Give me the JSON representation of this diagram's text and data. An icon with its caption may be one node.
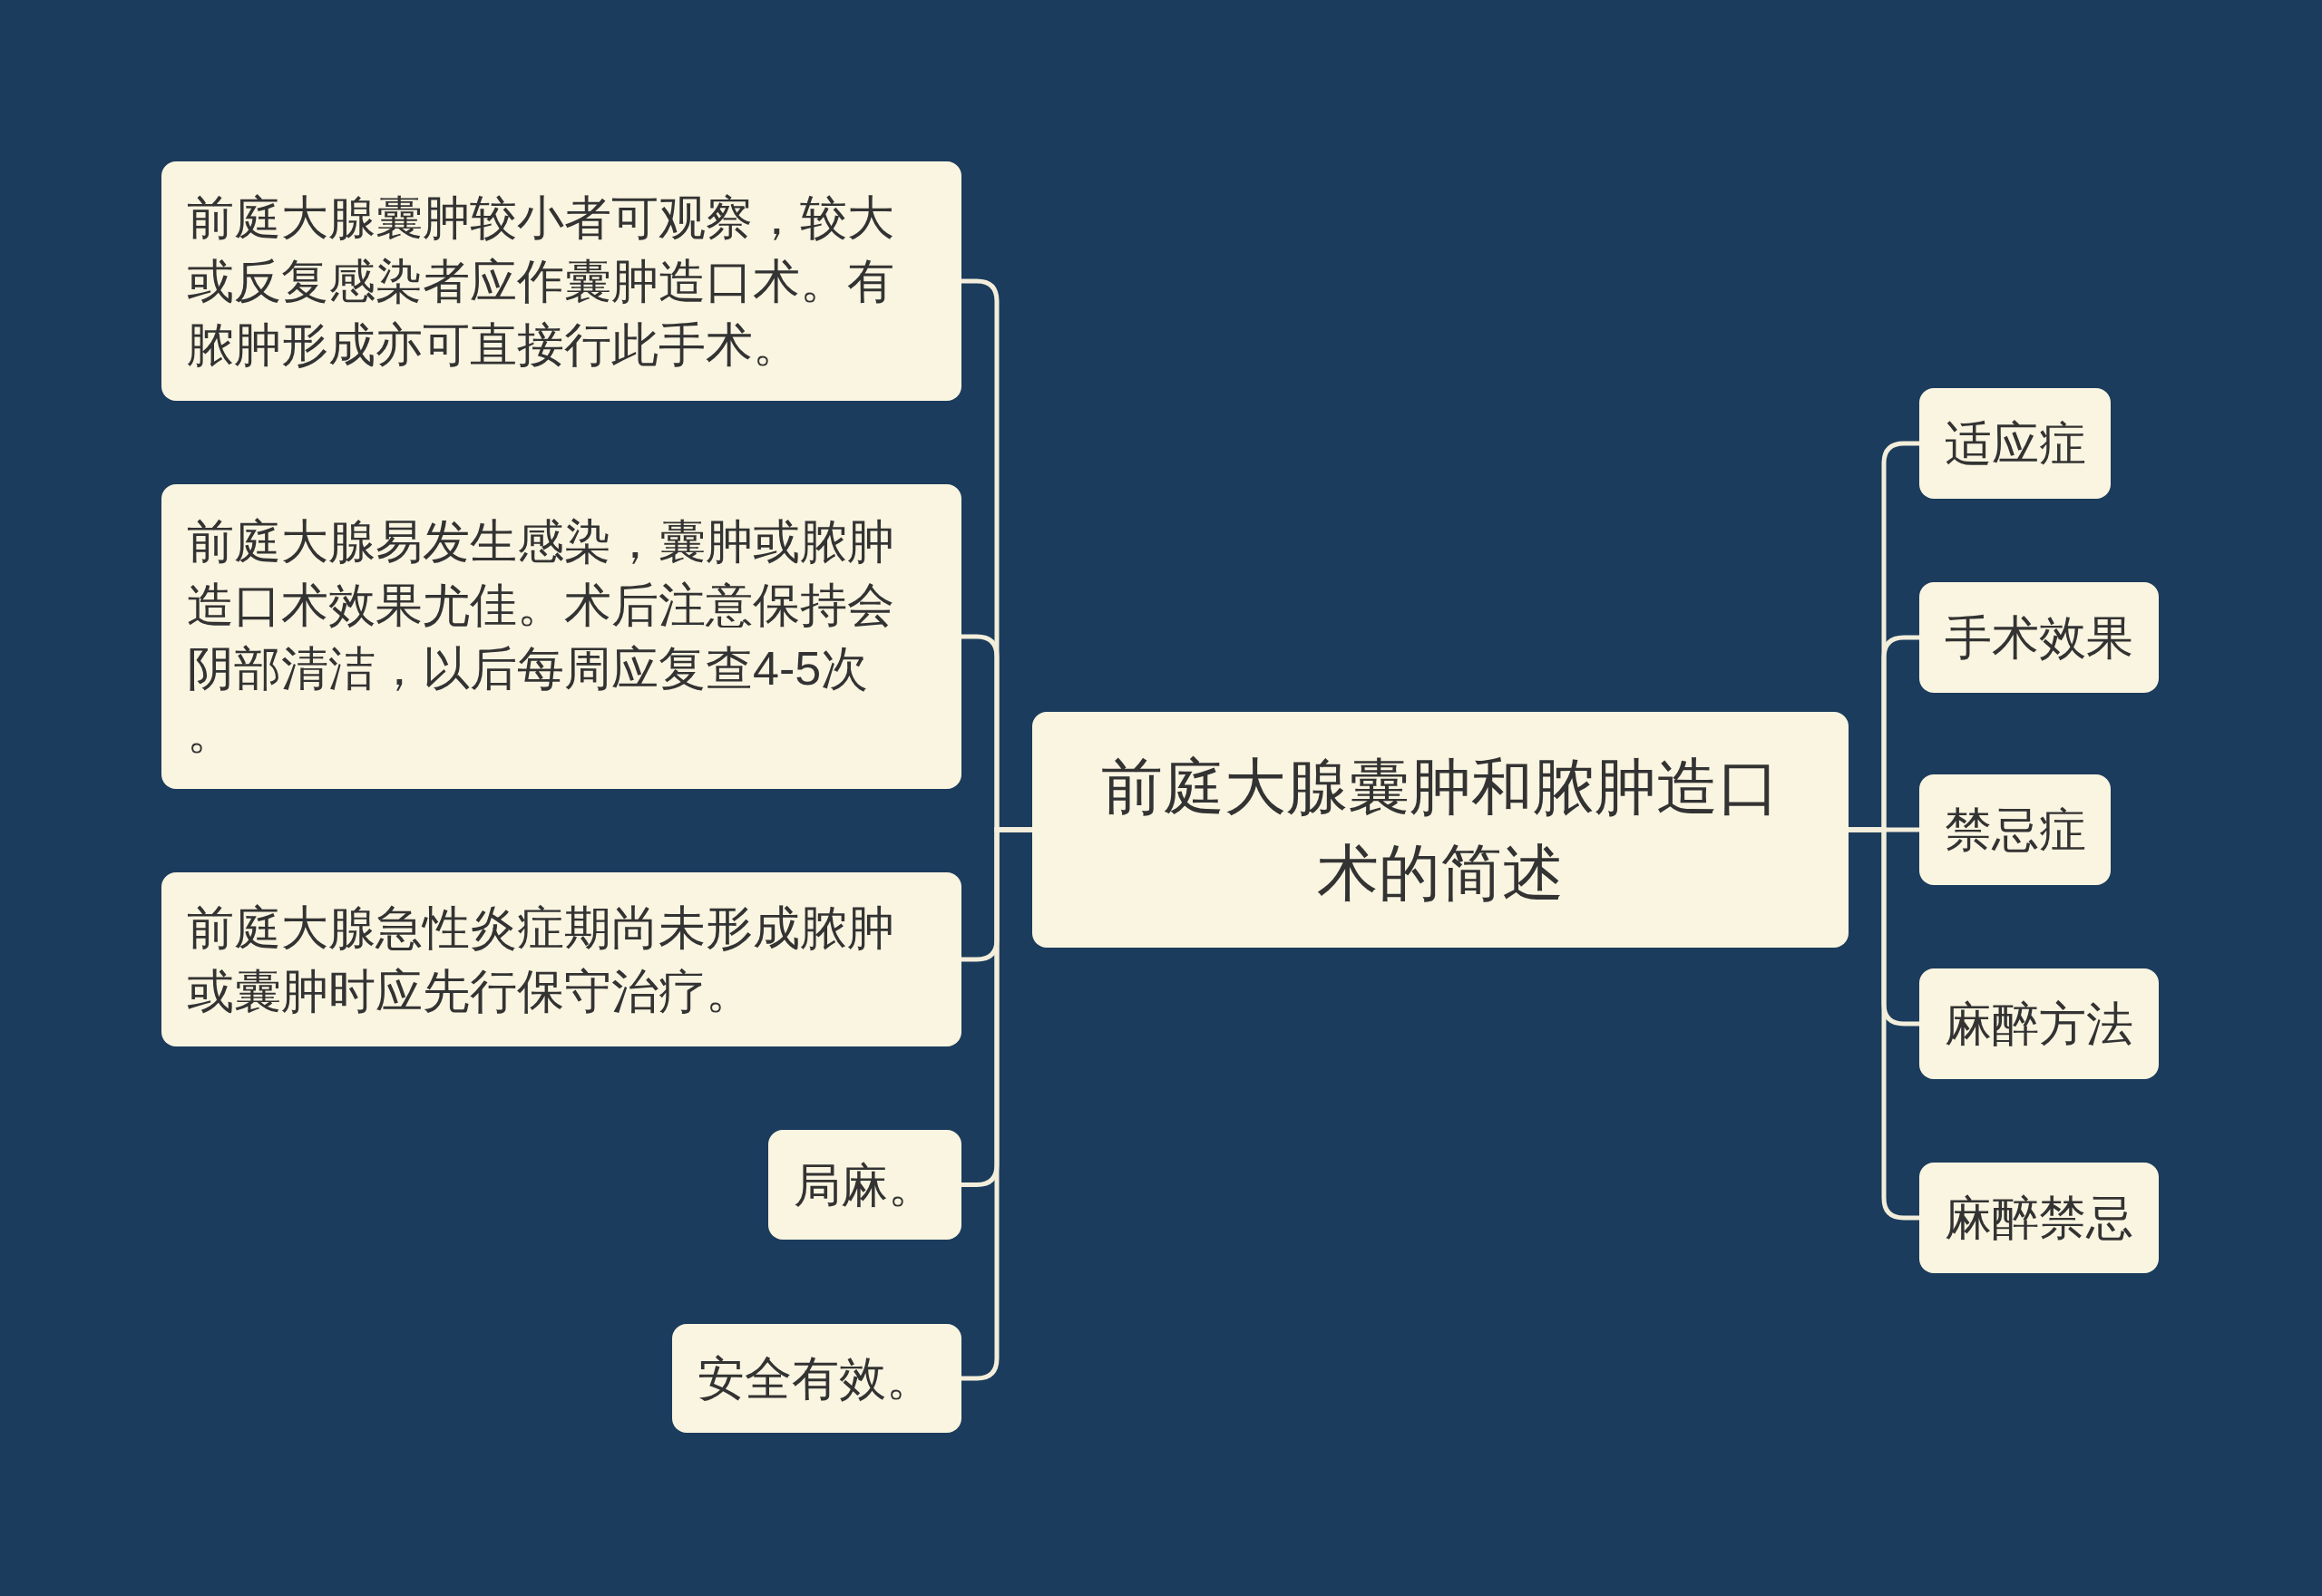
{
  "diagram": {
    "nodes": [
      {
        "text": [
          "前庭大腺囊肿和脓肿造口术的简述"
        ]
      },
      {
        "text": [
          "适应症"
        ]
      },
      {
        "text": [
          "手术效果"
        ]
      },
      {
        "text": [
          "禁忌症"
        ]
      },
      {
        "text": [
          "麻醉方法"
        ]
      },
      {
        "text": [
          "麻醉禁忌"
        ]
      },
      {
        "text": [
          "前庭大腺囊肿较小者可观察，较大或反复感染者应作囊肿造口术。有脓肿形成亦可直接行此手术。"
        ]
      },
      {
        "text": [
          "前庭大腺易发生感染，囊肿或脓肿造口术效果尤佳。术后注意保持会阴部清洁，以后每周应复查4-5次。"
        ]
      },
      {
        "text": [
          "前庭大腺急性炎症期尚未形成脓肿或囊肿时应先行保守治疗。"
        ]
      },
      {
        "text": [
          "局麻。"
        ]
      },
      {
        "text": [
          "安全有效。"
        ]
      }
    ],
    "edges": [
      {
        "from": 0,
        "to": 1,
        "arrow": "none"
      },
      {
        "from": 0,
        "to": 2,
        "arrow": "none"
      },
      {
        "from": 0,
        "to": 3,
        "arrow": "none"
      },
      {
        "from": 0,
        "to": 4,
        "arrow": "none"
      },
      {
        "from": 0,
        "to": 5,
        "arrow": "none"
      },
      {
        "from": 0,
        "to": 6,
        "arrow": "none"
      },
      {
        "from": 0,
        "to": 7,
        "arrow": "none"
      },
      {
        "from": 0,
        "to": 8,
        "arrow": "none"
      },
      {
        "from": 0,
        "to": 9,
        "arrow": "none"
      },
      {
        "from": 0,
        "to": 10,
        "arrow": "none"
      }
    ]
  }
}
